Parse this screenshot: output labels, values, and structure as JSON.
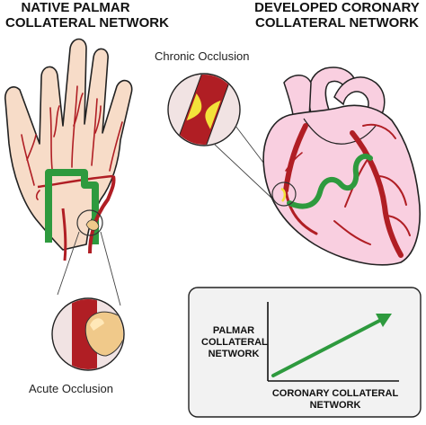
{
  "titles": {
    "left_line1": "NATIVE PALMAR",
    "left_line2": "COLLATERAL NETWORK",
    "right_line1": "DEVELOPED CORONARY",
    "right_line2": "COLLATERAL NETWORK"
  },
  "labels": {
    "chronic": "Chronic Occlusion",
    "acute": "Acute Occlusion"
  },
  "chart": {
    "y_line1": "PALMAR",
    "y_line2": "COLLATERAL",
    "y_line3": "NETWORK",
    "x_line1": "CORONARY COLLATERAL",
    "x_line2": "NETWORK"
  },
  "colors": {
    "skin": "#f7dcc8",
    "heart": "#f9cfe0",
    "artery": "#b01e24",
    "collateral": "#2e9a3e",
    "plaque": "#f3e23a",
    "zoom_bg": "#f1e3e3",
    "chart_box": "#f2f2f2",
    "arrow": "#2e9a3e"
  }
}
